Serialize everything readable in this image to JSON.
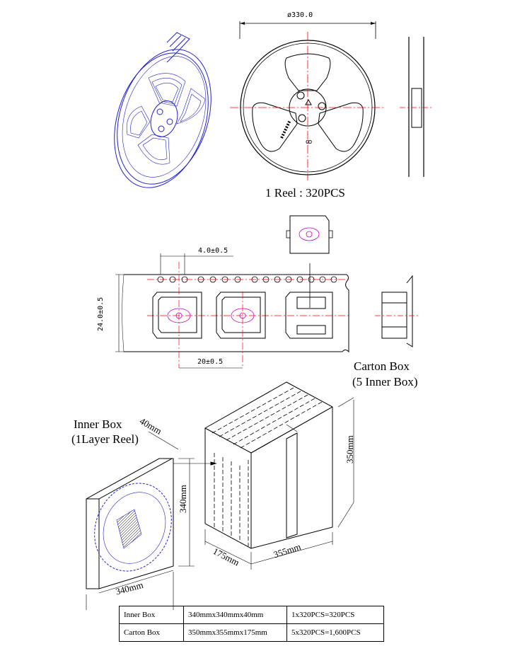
{
  "reel": {
    "diameter_label": "ø330.0",
    "capacity_label": "1 Reel : 320PCS"
  },
  "tape": {
    "pitch_hole_label": "4.0±0.5",
    "width_label": "24.0±0.5",
    "pitch_pocket_label": "20±0.5"
  },
  "carton": {
    "title_line1": "Carton Box",
    "title_line2": "(5 Inner Box)",
    "height_label": "350mm",
    "depth_label": "175mm",
    "width_label": "355mm"
  },
  "inner_box": {
    "title_line1": "Inner Box",
    "title_line2": "(1Layer Reel)",
    "thickness_label": "40mm",
    "height_label": "340mm",
    "width_label": "340mm"
  },
  "packing_table": {
    "rows": [
      {
        "name": "Inner Box",
        "size": "340mmx340mmx40mm",
        "qty": "1x320PCS=320PCS"
      },
      {
        "name": "Carton Box",
        "size": "350mmx355mmx175mm",
        "qty": "5x320PCS=1,600PCS"
      }
    ]
  },
  "colors": {
    "outline": "#000000",
    "centerline": "#ff0000",
    "reel_3d": "#2222cc",
    "component": "#cc00cc"
  }
}
